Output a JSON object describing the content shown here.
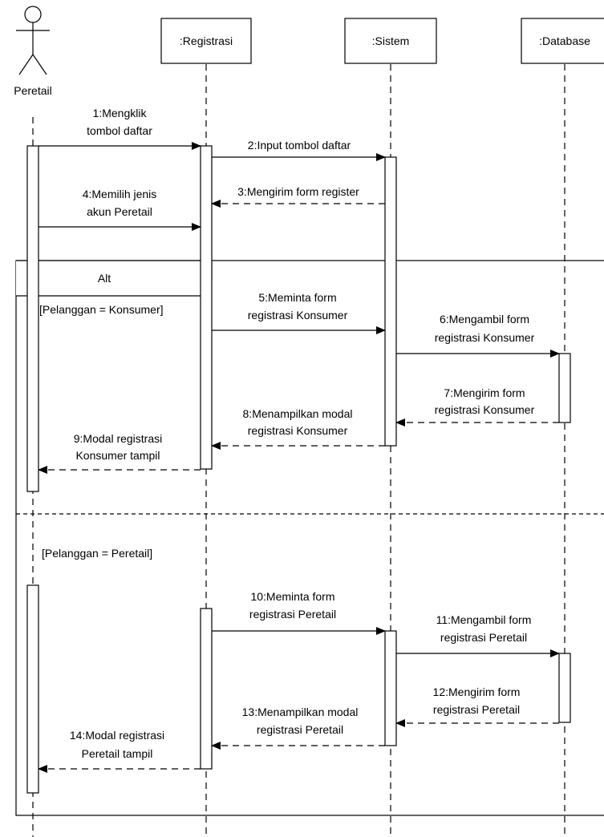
{
  "actor": {
    "label": "Peretail"
  },
  "participants": [
    {
      "key": "registrasi",
      "label": ":Registrasi"
    },
    {
      "key": "sistem",
      "label": ":Sistem"
    },
    {
      "key": "database",
      "label": ":Database"
    }
  ],
  "fragment": {
    "operator": "Alt",
    "guards": [
      "[Pelanggan = Konsumer]",
      "[Pelanggan = Peretail]"
    ]
  },
  "messages": [
    {
      "id": 1,
      "lines": [
        "1:Mengklik",
        "tombol daftar"
      ],
      "style": "sync"
    },
    {
      "id": 2,
      "lines": [
        "2:Input tombol daftar"
      ],
      "style": "sync"
    },
    {
      "id": 3,
      "lines": [
        "3:Mengirim form register"
      ],
      "style": "return"
    },
    {
      "id": 4,
      "lines": [
        "4:Memilih jenis",
        "akun Peretail"
      ],
      "style": "sync"
    },
    {
      "id": 5,
      "lines": [
        "5:Meminta form",
        "registrasi Konsumer"
      ],
      "style": "sync"
    },
    {
      "id": 6,
      "lines": [
        "6:Mengambil form",
        "registrasi Konsumer"
      ],
      "style": "sync"
    },
    {
      "id": 7,
      "lines": [
        "7:Mengirim form",
        "registrasi Konsumer"
      ],
      "style": "return"
    },
    {
      "id": 8,
      "lines": [
        "8:Menampilkan modal",
        "registrasi Konsumer"
      ],
      "style": "return"
    },
    {
      "id": 9,
      "lines": [
        "9:Modal registrasi",
        "Konsumer tampil"
      ],
      "style": "return"
    },
    {
      "id": 10,
      "lines": [
        "10:Meminta form",
        "registrasi Peretail"
      ],
      "style": "sync"
    },
    {
      "id": 11,
      "lines": [
        "11:Mengambil form",
        "registrasi Peretail"
      ],
      "style": "sync"
    },
    {
      "id": 12,
      "lines": [
        "12:Mengirim form",
        "registrasi Peretail"
      ],
      "style": "return"
    },
    {
      "id": 13,
      "lines": [
        "13:Menampilkan modal",
        "registrasi Peretail"
      ],
      "style": "return"
    },
    {
      "id": 14,
      "lines": [
        "14:Modal registrasi",
        "Peretail tampil"
      ],
      "style": "return"
    }
  ]
}
